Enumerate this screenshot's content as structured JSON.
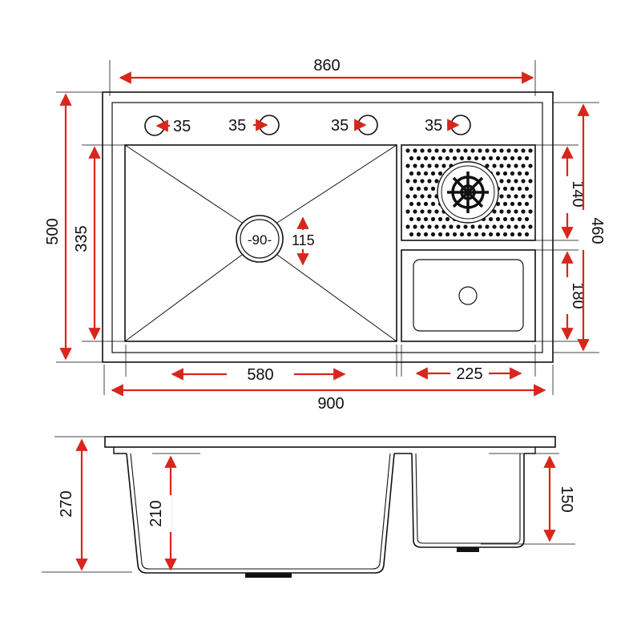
{
  "top_view": {
    "overall_width": "860",
    "outer_width": "900",
    "overall_height": "500",
    "inner_height": "460",
    "main_bowl_height": "335",
    "main_bowl_width": "580",
    "side_bowl_width": "225",
    "drainer_height": "140",
    "side_bowl_height": "180",
    "drain_size": "-90-",
    "drain_offset": "115",
    "tap_holes": [
      "35",
      "35",
      "35",
      "35"
    ]
  },
  "side_view": {
    "total_depth": "270",
    "main_bowl_depth": "210",
    "side_bowl_depth": "150"
  },
  "colors": {
    "dimension_arrow": "#d9261c",
    "outline": "#111111"
  }
}
